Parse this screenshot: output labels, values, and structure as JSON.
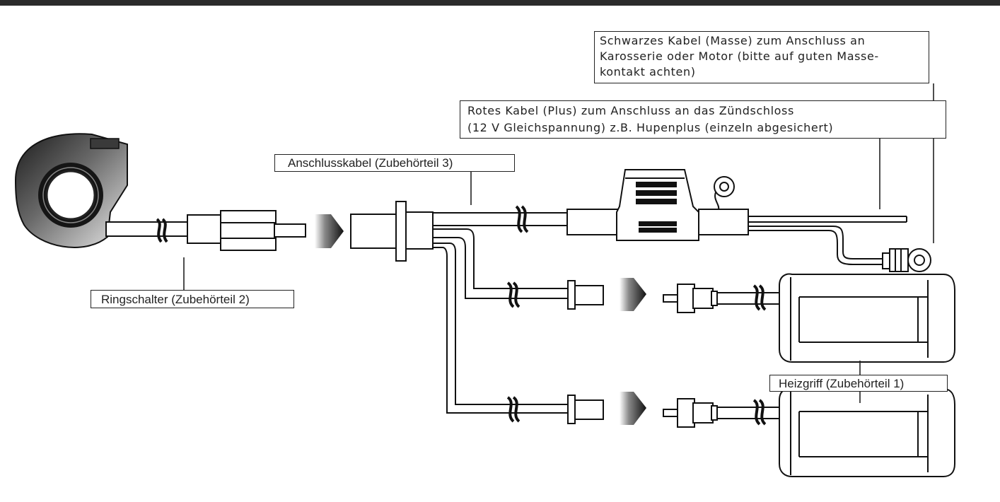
{
  "labels": {
    "black_cable": {
      "line1": "Schwarzes Kabel (Masse) zum Anschluss an",
      "line2": "Karosserie oder Motor (bitte auf guten Masse-",
      "line3": "kontakt achten)"
    },
    "red_cable": {
      "line1": "Rotes Kabel (Plus) zum Anschluss an das Zündschloss",
      "line2": "(12 V Gleichspannung) z.B. Hupenplus (einzeln abgesichert)"
    },
    "connection_cable": "Anschlusskabel (Zubehörteil 3)",
    "ring_switch": "Ringschalter (Zubehörteil 2)",
    "heated_grip": "Heizgriff (Zubehörteil 1)"
  }
}
